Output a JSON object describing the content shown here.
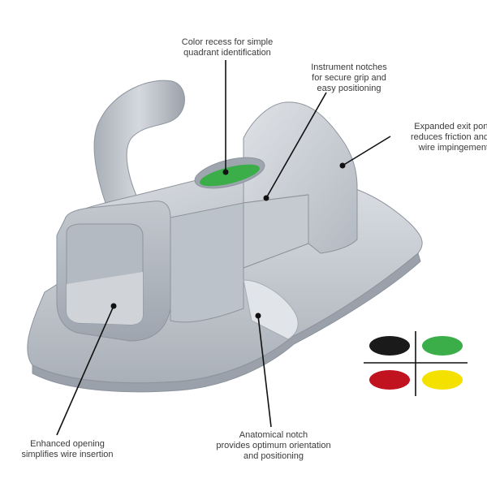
{
  "callouts": {
    "color_recess": {
      "lines": [
        "Color recess for simple",
        "quadrant identification"
      ]
    },
    "instrument_notches": {
      "lines": [
        "Instrument notches",
        "for secure grip and",
        "easy positioning"
      ]
    },
    "exit_port": {
      "lines": [
        "Expanded exit port",
        "reduces friction and",
        "wire impingement"
      ]
    },
    "enhanced_opening": {
      "lines": [
        "Enhanced opening",
        "simplifies wire insertion"
      ]
    },
    "anatomical_notch": {
      "lines": [
        "Anatomical notch",
        "provides optimum orientation",
        "and positioning"
      ]
    }
  },
  "quadrant_legend": {
    "colors": [
      "#1a1a1a",
      "#3cae49",
      "#c1121f",
      "#f5e100"
    ],
    "names": [
      "black",
      "green",
      "red",
      "yellow"
    ]
  },
  "colors": {
    "bracket_body": "#c7ccd3",
    "bracket_shadow": "#9aa1aa",
    "recess_green": "#3cae49",
    "leader_line": "#111111"
  }
}
